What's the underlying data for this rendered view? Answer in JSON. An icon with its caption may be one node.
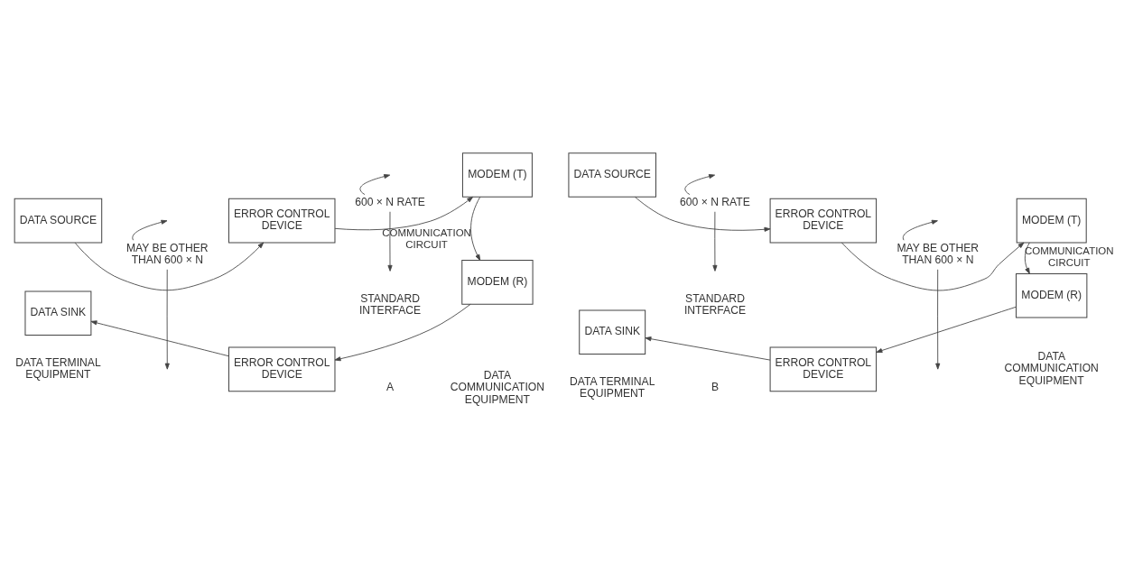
{
  "diagram": {
    "nodes": [
      {
        "text": [
          "DATA SOURCE"
        ]
      },
      {
        "text": [
          "ERROR CONTROL DEVICE"
        ]
      },
      {
        "text": [
          "MODEM (T)"
        ]
      },
      {
        "text": [
          "MAY BE OTHER THAN 600 × N"
        ]
      },
      {
        "text": [
          "600 × N RATE"
        ]
      },
      {
        "text": [
          "DATA SINK"
        ]
      },
      {
        "text": [
          "ERROR CONTROL DEVICE"
        ]
      },
      {
        "text": [
          "MODEM (R)"
        ]
      },
      {
        "text": [
          "DATA SOURCE"
        ]
      },
      {
        "text": [
          "ERROR CONTROL DEVICE"
        ]
      },
      {
        "text": [
          "MODEM (T)"
        ]
      },
      {
        "text": [
          "600 × N RATE"
        ]
      },
      {
        "text": [
          "MAY BE OTHER THAN 600 × N"
        ]
      },
      {
        "text": [
          "DATA SINK"
        ]
      },
      {
        "text": [
          "ERROR CONTROL DEVICE"
        ]
      },
      {
        "text": [
          "MODEM (R)"
        ]
      }
    ],
    "edges": [
      {
        "from": 0,
        "to": 1,
        "arrow": "to"
      },
      {
        "from": 1,
        "to": 2,
        "arrow": "to"
      },
      {
        "from": 2,
        "to": 7,
        "arrow": "to",
        "label": "COMMUNICATION CIRCUIT"
      },
      {
        "from": 7,
        "to": 6,
        "arrow": "to"
      },
      {
        "from": 6,
        "to": 5,
        "arrow": "to"
      },
      {
        "from": 3,
        "to": null,
        "arrow": "to"
      },
      {
        "from": 3,
        "to": null,
        "arrow": "to"
      },
      {
        "from": 4,
        "to": null,
        "arrow": "to"
      },
      {
        "from": 4,
        "to": null,
        "arrow": "to"
      },
      {
        "from": 8,
        "to": 9,
        "arrow": "to"
      },
      {
        "from": 9,
        "to": 10,
        "arrow": "to"
      },
      {
        "from": 10,
        "to": 15,
        "arrow": "to",
        "label": "COMMUNICATION CIRCUIT"
      },
      {
        "from": 15,
        "to": 14,
        "arrow": "to"
      },
      {
        "from": 14,
        "to": 13,
        "arrow": "to"
      },
      {
        "from": 11,
        "to": null,
        "arrow": "to"
      },
      {
        "from": 11,
        "to": null,
        "arrow": "to"
      },
      {
        "from": 12,
        "to": null,
        "arrow": "to"
      },
      {
        "from": 12,
        "to": null,
        "arrow": "to"
      }
    ],
    "labels": [
      "STANDARD INTERFACE",
      "DATA TERMINAL EQUIPMENT",
      "DATA COMMUNICATION EQUIPMENT",
      "A",
      "STANDARD INTERFACE",
      "DATA TERMINAL EQUIPMENT",
      "DATA COMMUNICATION EQUIPMENT",
      "B"
    ]
  }
}
